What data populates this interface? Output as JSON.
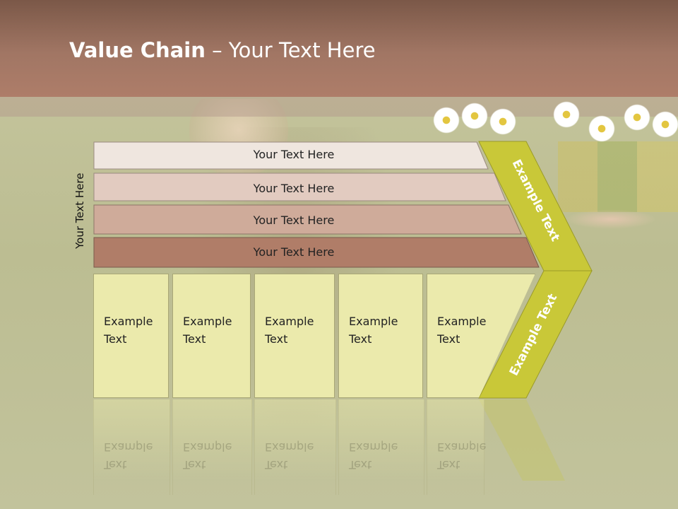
{
  "title": {
    "bold": "Value Chain",
    "rest": " – Your Text Here"
  },
  "vertical_label": "Your Text Here",
  "rows": [
    {
      "label": "Your Text Here",
      "color": "#efe6df"
    },
    {
      "label": "Your Text Here",
      "color": "#e2cbc0"
    },
    {
      "label": "Your Text Here",
      "color": "#cfab9a"
    },
    {
      "label": "Your Text Here",
      "color": "#b07d68"
    }
  ],
  "boxes": [
    {
      "line1": "Example",
      "line2": "Text"
    },
    {
      "line1": "Example",
      "line2": "Text"
    },
    {
      "line1": "Example",
      "line2": "Text"
    },
    {
      "line1": "Example",
      "line2": "Text"
    },
    {
      "line1": "Example",
      "line2": "Text"
    }
  ],
  "chevron": {
    "upper_text": "Example Text",
    "lower_text": "Example Text",
    "color": "#c9c838"
  },
  "colors": {
    "header": "#a17664",
    "box_fill": "#ebeaac"
  }
}
